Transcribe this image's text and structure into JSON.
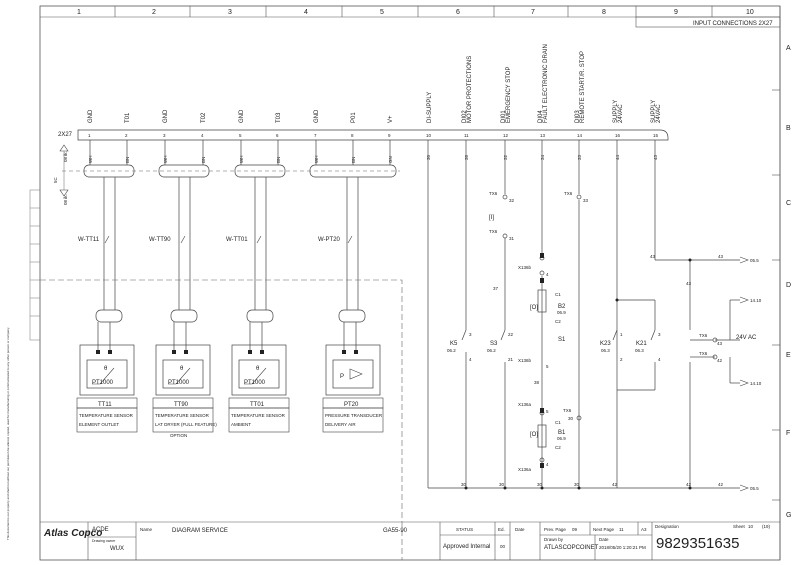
{
  "frame": {
    "columns": [
      "1",
      "2",
      "3",
      "4",
      "5",
      "6",
      "7",
      "8",
      "9",
      "10"
    ],
    "rows": [
      "A",
      "B",
      "C",
      "D",
      "E",
      "F",
      "G"
    ],
    "title": "INPUT CONNECTIONS 2X27"
  },
  "connector": {
    "name": "2X27",
    "pins": [
      "1",
      "2",
      "3",
      "4",
      "5",
      "6",
      "7",
      "8",
      "9",
      "10",
      "11",
      "12",
      "13",
      "14",
      "16",
      "15"
    ],
    "labels": [
      "GND",
      "T01",
      "GND",
      "T02",
      "GND",
      "T03",
      "GND",
      "P01",
      "V+",
      "DI-SUPPLY",
      "DI02",
      "MOTOR PROTECTIONS",
      "DI01",
      "EMERGENCY STOP",
      "DI04",
      "FAULT ELECTRONIC DRAIN",
      "DI03",
      "REMOTE START/R. STOP",
      "SUPPLY",
      "24VAC",
      "SUPPLY",
      "24VAC"
    ],
    "wire_numbers": [
      "30",
      "38",
      "32",
      "34",
      "33",
      "44",
      "43"
    ],
    "core_colors": [
      "WH",
      "BN",
      "WH",
      "BN",
      "WH",
      "BN",
      "WH",
      "BN",
      "GN"
    ],
    "shield_labels": [
      "08 ik.",
      "08 ik.",
      "5C"
    ]
  },
  "cables": [
    "W-TT11",
    "W-TT90",
    "W-TT01",
    "W-PT20"
  ],
  "sensors": [
    {
      "tag": "TT11",
      "element": "PT1000",
      "desc1": "TEMPERATURE SENSOR",
      "desc2": "ELEMENT OUTLET",
      "desc3": "",
      "symbol": "θ"
    },
    {
      "tag": "TT90",
      "element": "PT1000",
      "desc1": "TEMPERATURE SENSOR",
      "desc2": "LAT DRYER (FULL FEATURE)",
      "desc3": "OPTION",
      "symbol": "θ"
    },
    {
      "tag": "TT01",
      "element": "PT1000",
      "desc1": "TEMPERATURE SENSOR",
      "desc2": "AMBIENT",
      "desc3": "",
      "symbol": "θ"
    },
    {
      "tag": "PT20",
      "element": "P",
      "desc1": "PRESSURE TRANSDUCER",
      "desc2": "DELIVERY AIR",
      "desc3": "",
      "symbol": ""
    }
  ],
  "components": {
    "tx6": [
      "TX6",
      "TX6",
      "TX6",
      "TX6",
      "TX6",
      "TX6"
    ],
    "tx6_pins": [
      "32",
      "31",
      "33",
      "30",
      "43",
      "42"
    ],
    "x136": [
      "X136b",
      "X136b",
      "X136a",
      "X136a"
    ],
    "x136_pins": [
      "4",
      "5",
      "5",
      "4"
    ],
    "o_label": [
      "[O]",
      "[O]"
    ],
    "i_label": "[I]",
    "b2": [
      "B2",
      "06.9",
      "C1",
      "C2"
    ],
    "b1": [
      "B1",
      "06.9",
      "C1",
      "C2"
    ],
    "k5": [
      "K5",
      "06.2"
    ],
    "s3": [
      "S3",
      "06.2"
    ],
    "s1": "S1",
    "k23": [
      "K23",
      "06.3"
    ],
    "k21": [
      "K21",
      "06.3"
    ],
    "term_pins": [
      "3",
      "4",
      "22",
      "21",
      "1",
      "2",
      "3",
      "4"
    ],
    "wire_37": "37",
    "wire_38": "38",
    "wire_30": [
      "30",
      "30",
      "30",
      "30"
    ],
    "wire_42": [
      "42",
      "42",
      "42"
    ],
    "wire_43": [
      "43",
      "43",
      "43"
    ],
    "refs": [
      "05.5",
      "14.10",
      "14.10",
      "05.5"
    ],
    "supply": "24V AC"
  },
  "title_block": {
    "company_1": "ACDE",
    "drawing_owner": "Drawing owner",
    "company_2": "WUX",
    "name_label": "Name",
    "name": "DIAGRAM SERVICE",
    "model": "GA55-90",
    "status_label": "STATUS",
    "status": "Approved Internal",
    "ed_label": "Ed.",
    "ed": "00",
    "date_label": "Date",
    "prev_label": "Prev. Page",
    "prev": "09",
    "next_label": "Next Page",
    "next": "11",
    "size": "A3",
    "designation_label": "Designation",
    "sheet_label": "Sheet",
    "sheet": "10",
    "sheet_total": "(19)",
    "drawn_label": "Drawn by",
    "drawn": "ATLASCOPCOINET",
    "date2_label": "Date",
    "date2": "2018/05/20 1:20:21 PM",
    "drawing_number": "9829351635",
    "logo": "Atlas Copco",
    "copyright": "This document is our property and shall not without our permission be altered, copied, used for manufacturing or communicated to any other person or company"
  }
}
